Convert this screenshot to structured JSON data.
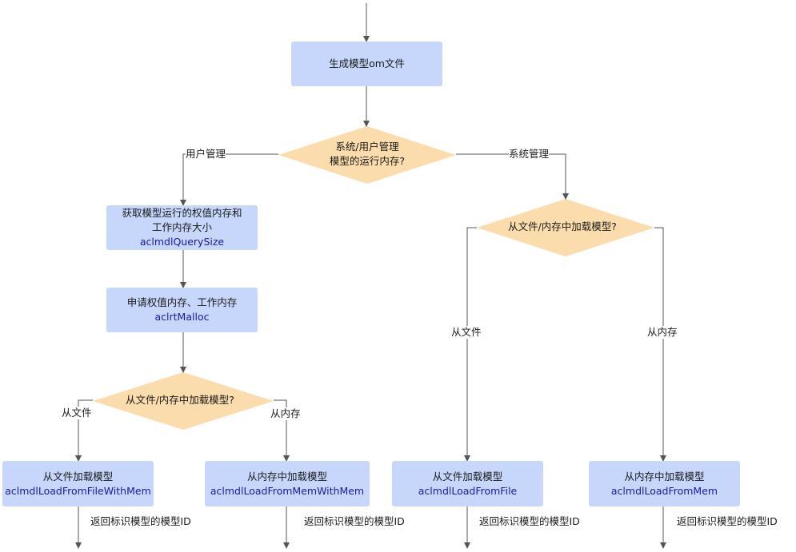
{
  "nodes": {
    "generate_om": {
      "text": "生成模型om文件"
    },
    "decision_manage": {
      "line1": "系统/用户管理",
      "line2": "模型的运行内存?"
    },
    "query_size": {
      "line1": "获取模型运行的权值内存和",
      "line2": "工作内存大小",
      "api": "aclmdlQuerySize"
    },
    "malloc": {
      "line1": "申请权值内存、工作内存",
      "api": "aclrtMalloc"
    },
    "decision_left": {
      "text": "从文件/内存中加载模型?"
    },
    "decision_right": {
      "text": "从文件/内存中加载模型?"
    },
    "load_file_mem": {
      "line1": "从文件加载模型",
      "api": "aclmdlLoadFromFileWithMem"
    },
    "load_mem_mem": {
      "line1": "从内存中加载模型",
      "api": "aclmdlLoadFromMemWithMem"
    },
    "load_file": {
      "line1": "从文件加载模型",
      "api": "aclmdlLoadFromFile"
    },
    "load_mem": {
      "line1": "从内存中加载模型",
      "api": "aclmdlLoadFromMem"
    }
  },
  "edge_labels": {
    "user_manage": "用户管理",
    "system_manage": "系统管理",
    "left_from_file": "从文件",
    "left_from_mem": "从内存",
    "right_from_file": "从文件",
    "right_from_mem": "从内存",
    "return_id_1": "返回标识模型的模型ID",
    "return_id_2": "返回标识模型的模型ID",
    "return_id_3": "返回标识模型的模型ID",
    "return_id_4": "返回标识模型的模型ID"
  },
  "colors": {
    "box_fill": "#c6d7fb",
    "diamond_fill": "#fbdcac",
    "line": "#555555",
    "api_text": "#1a1aa8"
  }
}
